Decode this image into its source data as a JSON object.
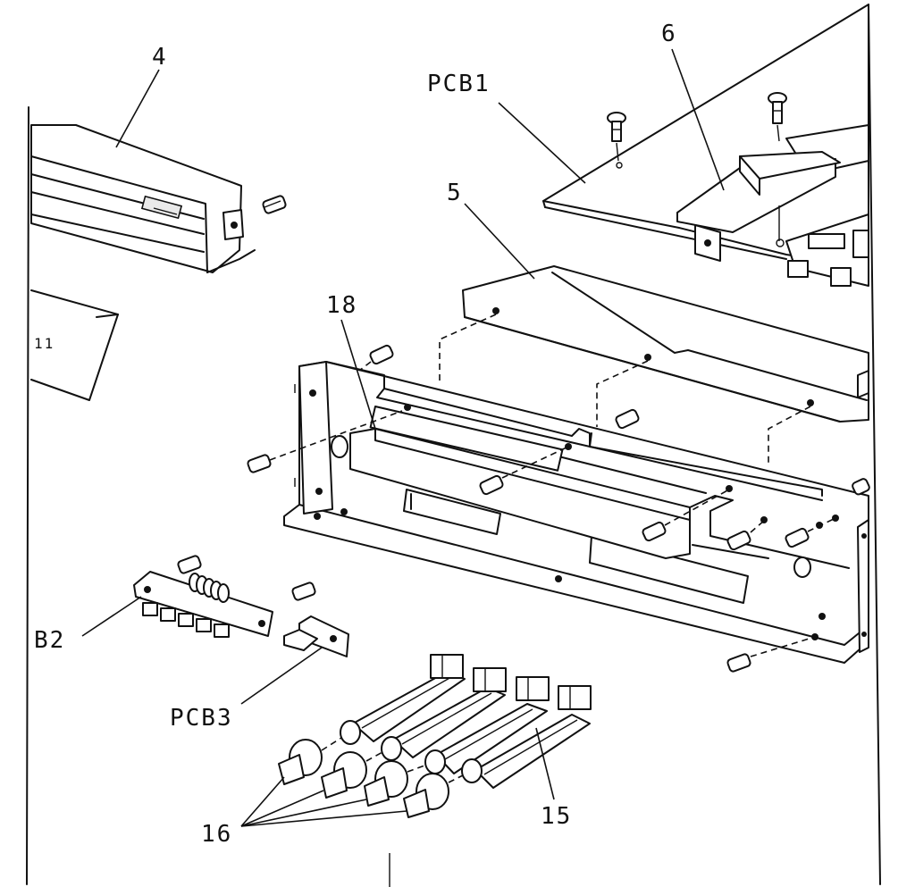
{
  "labels": {
    "part_4": "4",
    "part_6": "6",
    "pcb1": "PCB1",
    "part_5": "5",
    "part_18": "18",
    "pcb2": "B2",
    "pcb3": "PCB3",
    "part_16": "16",
    "part_15": "15",
    "label_11": "11"
  },
  "colors": {
    "ink": "#111111",
    "paper": "#ffffff"
  }
}
